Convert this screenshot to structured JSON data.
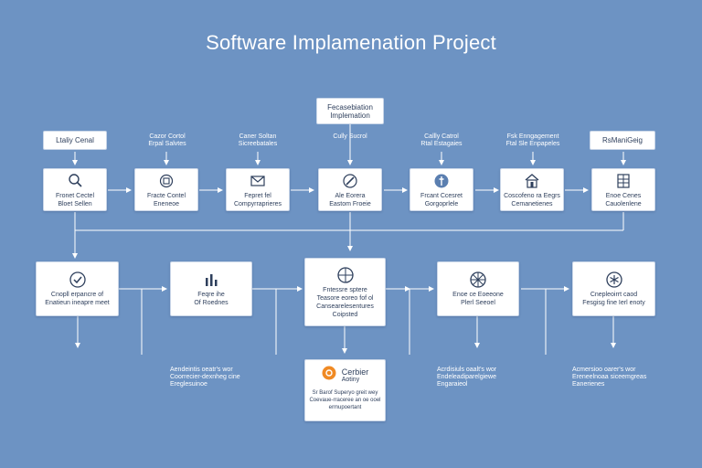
{
  "title": "Software Implamenation Project",
  "top_box": {
    "line1": "Fecasebiation",
    "line2": "Implemation"
  },
  "top_chips": {
    "left": "Ltaliy Cenal",
    "right": "RsManiGeig"
  },
  "top_labels": [
    {
      "line1": "Cazor Cortol",
      "line2": "Erpal Salvtes"
    },
    {
      "line1": "Caner Soltan",
      "line2": "Sicreebatales"
    },
    {
      "line1": "Cully Sucrol",
      "line2": ""
    },
    {
      "line1": "Callly Catrol",
      "line2": "Rtal Estagaies"
    },
    {
      "line1": "Fsk Enngagement",
      "line2": "Ftal Sle Enpapeles"
    }
  ],
  "row1": [
    {
      "icon": "magnifier-icon",
      "line1": "Fronet Cectel",
      "line2": "Bloet Sellen"
    },
    {
      "icon": "gear-board-icon",
      "line1": "Fracte Contel",
      "line2": "Eneneoe"
    },
    {
      "icon": "envelope-icon",
      "line1": "Fepret fel",
      "line2": "Compyrraprieres"
    },
    {
      "icon": "pen-circle-icon",
      "line1": "Ale Eorera",
      "line2": "Eastom Froeie"
    },
    {
      "icon": "seal-icon",
      "line1": "Frcant Ccesret",
      "line2": "Gorgoprlele"
    },
    {
      "icon": "house-icon",
      "line1": "Coscofeno ra Eegrs",
      "line2": "Cemanetienes"
    },
    {
      "icon": "document-grid-icon",
      "line1": "Enoe Cenes",
      "line2": "Cauolenlene"
    }
  ],
  "row2": [
    {
      "icon": "check-circle-icon",
      "line1": "Cnopll erpancre of",
      "line2": "Enatieun ineapre meet"
    },
    {
      "icon": "bar-chart-icon",
      "line1": "Feqre ihe",
      "line2": "Of Roednes"
    },
    {
      "icon": "globe-icon",
      "line1": "Fntessre sptere",
      "line2": "Teasore eoreo fof ol",
      "line3": "Cansearelesentures",
      "line4": "Coipsted"
    },
    {
      "icon": "wheel-icon",
      "line1": "Enoe ce Eoeeone",
      "line2": "Plerl Seeoel"
    },
    {
      "icon": "asterisk-circle-icon",
      "line1": "Cnepleoirrt caod",
      "line2": "Fesgisg fine Ierl enoty"
    }
  ],
  "supplier": {
    "icon": "supplier-badge-icon",
    "title1": "Cerbier",
    "title2": "Aotiny",
    "desc1": "Sr Barof Superyo greit wey",
    "desc2": "Coevaue-rraceree an oe ooel",
    "desc3": "ermupoertant"
  },
  "notes": [
    {
      "line1": "Aendeintis oeatr's wor",
      "line2": "Coorrecier-dexnheg cine",
      "line3": "Ereglesuinoe"
    },
    {
      "line1": "Acrdisiuls oaalt's wor",
      "line2": "Endeleadiparelgiewe",
      "line3": "Engaraieol"
    },
    {
      "line1": "Acmersioo oarer's wor",
      "line2": "Ereneelnoaa siceemgreas",
      "line3": "Eanerienes"
    }
  ],
  "colors": {
    "background": "#6d93c3",
    "box": "#ffffff",
    "text": "#2e3f5c",
    "connector": "#ffffff",
    "accent": "#f08a24"
  }
}
